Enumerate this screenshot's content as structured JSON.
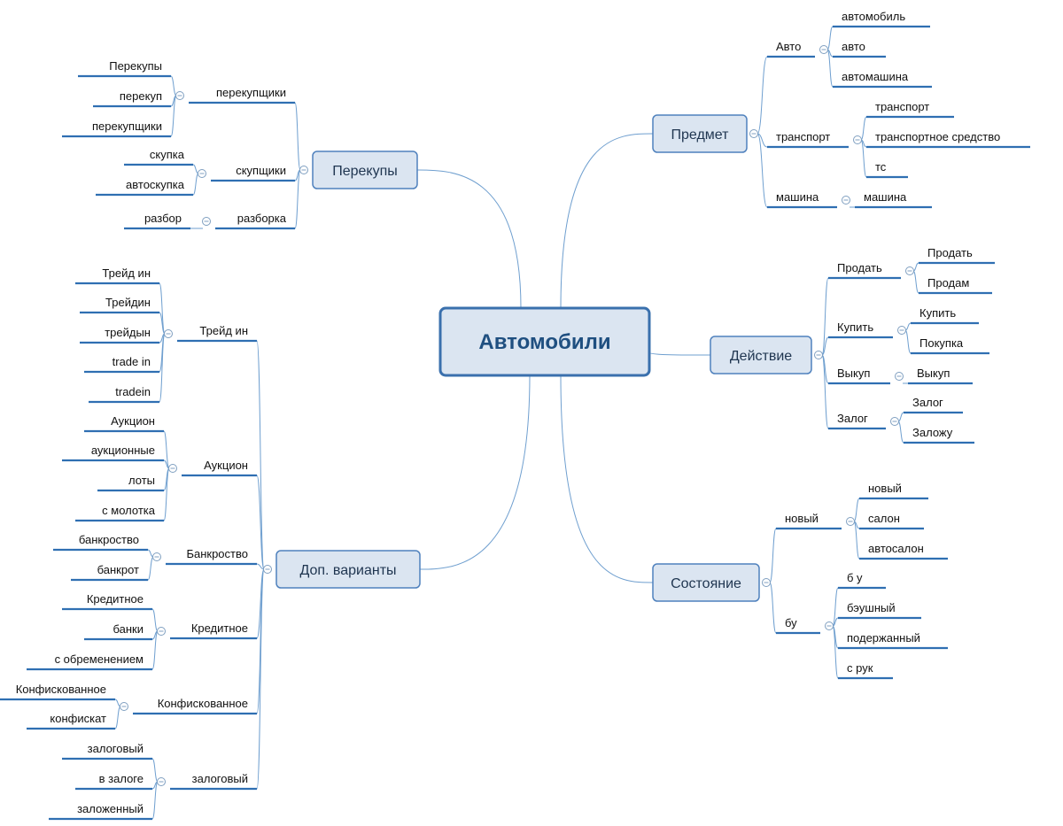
{
  "mindmap": {
    "central": "Автомобили",
    "branches": [
      {
        "label": "Перекупы",
        "side": "left",
        "topics": [
          {
            "label": "перекупщики",
            "children": [
              "Перекупы",
              "перекуп",
              "перекупщики"
            ]
          },
          {
            "label": "скупщики",
            "children": [
              "скупка",
              "автоскупка"
            ]
          },
          {
            "label": "разборка",
            "children": [
              "разбор"
            ]
          }
        ]
      },
      {
        "label": "Доп. варианты",
        "side": "left",
        "topics": [
          {
            "label": "Трейд ин",
            "children": [
              "Трейд ин",
              "Трейдин",
              "трейдын",
              "trade in",
              "tradein"
            ]
          },
          {
            "label": "Аукцион",
            "children": [
              "Аукцион",
              "аукционные",
              "лоты",
              "с молотка"
            ]
          },
          {
            "label": "Банкроство",
            "children": [
              "банкроство",
              "банкрот"
            ]
          },
          {
            "label": "Кредитное",
            "children": [
              "Кредитное",
              "банки",
              "с обременением"
            ]
          },
          {
            "label": "Конфискованное",
            "children": [
              "Конфискованное",
              "конфискат"
            ]
          },
          {
            "label": "залоговый",
            "children": [
              "залоговый",
              "в залоге",
              "заложенный"
            ]
          }
        ]
      },
      {
        "label": "Предмет",
        "side": "right",
        "topics": [
          {
            "label": "Авто",
            "children": [
              "автомобиль",
              "авто",
              "автомашина"
            ]
          },
          {
            "label": "транспорт",
            "children": [
              "транспорт",
              "транспортное средство",
              "тс"
            ]
          },
          {
            "label": "машина",
            "children": [
              "машина"
            ]
          }
        ]
      },
      {
        "label": "Действие",
        "side": "right",
        "topics": [
          {
            "label": "Продать",
            "children": [
              "Продать",
              "Продам"
            ]
          },
          {
            "label": "Купить",
            "children": [
              "Купить",
              "Покупка"
            ]
          },
          {
            "label": "Выкуп",
            "children": [
              "Выкуп"
            ]
          },
          {
            "label": "Залог",
            "children": [
              "Залог",
              "Заложу"
            ]
          }
        ]
      },
      {
        "label": "Состояние",
        "side": "right",
        "topics": [
          {
            "label": "новый",
            "children": [
              "новый",
              "салон",
              "автосалон"
            ]
          },
          {
            "label": "бу",
            "children": [
              "б у",
              "бэушный",
              "подержанный",
              "с рук"
            ]
          }
        ]
      }
    ]
  }
}
